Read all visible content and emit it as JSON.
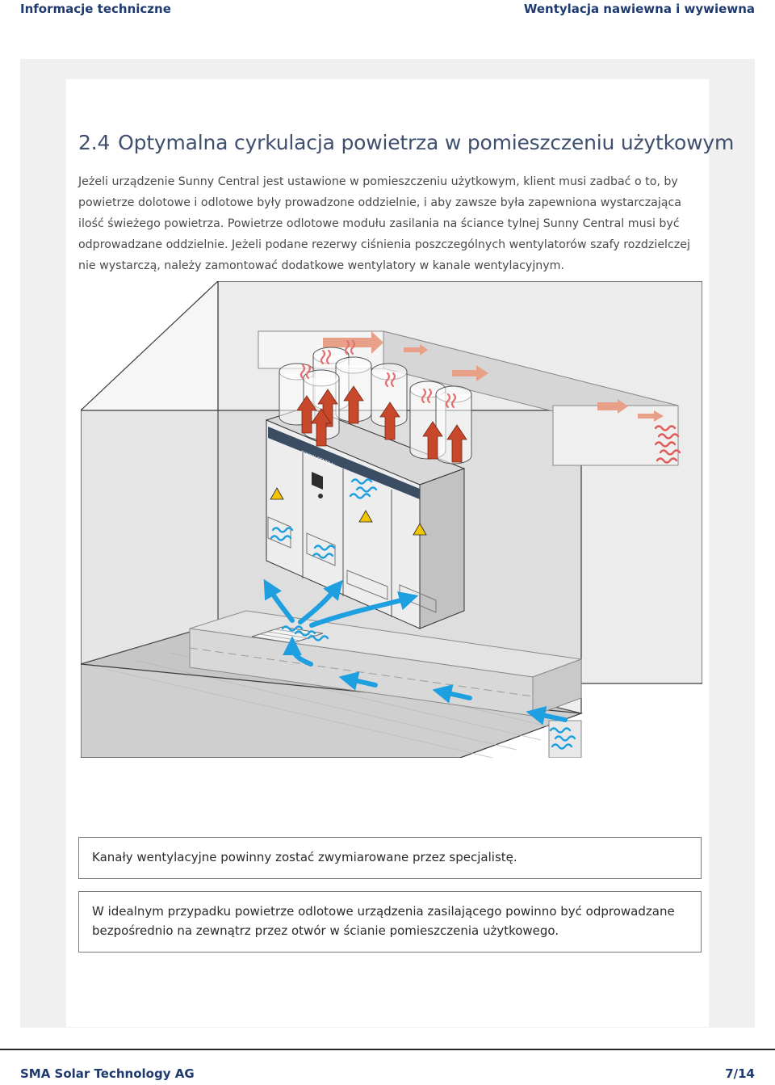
{
  "header": {
    "left": "Informacje techniczne",
    "right": "Wentylacja nawiewna i wywiewna"
  },
  "section": {
    "number": "2.4",
    "title": "Optymalna cyrkulacja powietrza w pomieszczeniu użytkowym"
  },
  "body": "Jeżeli urządzenie Sunny Central jest ustawione w pomieszczeniu użytkowym, klient musi zadbać o to, by powietrze dolotowe i odlotowe były prowadzone oddzielnie, i aby zawsze była zapewniona wystarczająca ilość świeżego powietrza. Powietrze odlotowe modułu zasilania na ściance tylnej Sunny Central musi być odprowadzane oddzielnie. Jeżeli podane rezerwy ciśnienia poszczególnych wentylatorów szafy rozdzielczej nie wystarczą, należy zamontować dodatkowe wentylatory w kanale wentylacyjnym.",
  "figure": {
    "device_label": "SUNNY CENTRAL"
  },
  "notes": [
    "Kanały wentylacyjne powinny zostać zwymiarowane przez specjalistę.",
    "W idealnym przypadku powietrze odlotowe urządzenia zasilającego powinno być odprowadzane bezpośrednio na zewnątrz przez otwór w ścianie pomieszczenia użytkowego."
  ],
  "footer": {
    "left": "SMA Solar Technology AG",
    "right": "7/14"
  },
  "colors": {
    "hot": "#c8482b",
    "cold": "#1ea0e0",
    "duct_arrow": "#e8a088",
    "heading": "#1f3a6e"
  }
}
